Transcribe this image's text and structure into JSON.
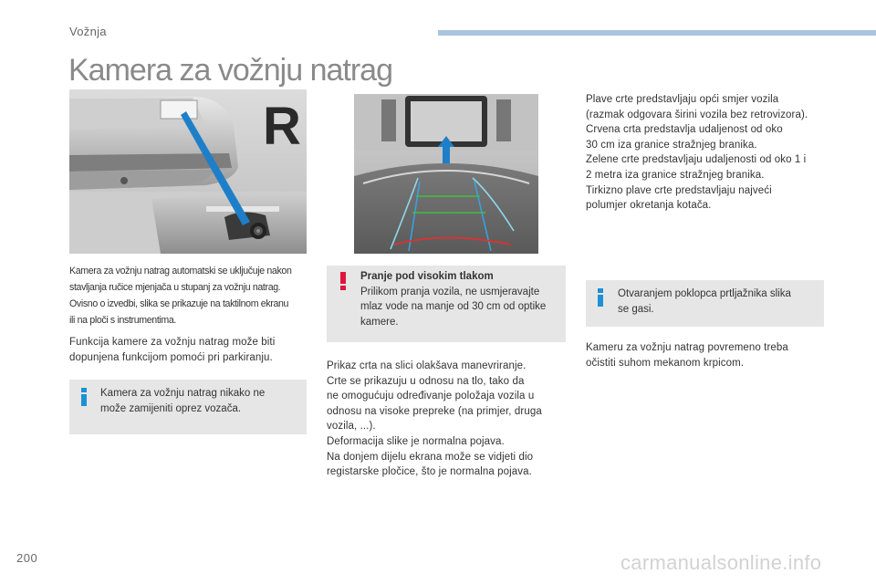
{
  "header": {
    "section_label": "Vožnja",
    "accent_bar_color": "#a9c4e0"
  },
  "page_title": "Kamera za vožnju natrag",
  "images": {
    "car_rear": {
      "icon": "car-rear-camera-illustration",
      "gear_letter": "R"
    },
    "screen": {
      "icon": "touchscreen-guide-lines-illustration"
    }
  },
  "column1": {
    "intro_lines": [
      "Kamera za vožnju natrag automatski se uključuje nakon",
      "stavljanja ručice mjenjača u stupanj za vožnju natrag.",
      "Ovisno o izvedbi, slika se prikazuje na taktilnom ekranu",
      "ili na ploči s instrumentima."
    ],
    "para_lines": [
      "Funkcija kamere za vožnju natrag može biti",
      "dopunjena funkcijom pomoći pri parkiranju."
    ],
    "info_box_lines": [
      "Kamera za vožnju natrag nikako ne",
      "može zamijeniti oprez vozača."
    ]
  },
  "column2": {
    "warning_title": "Pranje pod visokim tlakom",
    "warning_lines": [
      "Prilikom pranja vozila, ne usmjeravajte",
      "mlaz vode na manje od 30 cm od optike",
      "kamere."
    ],
    "para_lines": [
      "Prikaz crta na slici olakšava manevriranje.",
      "Crte se prikazuju u odnosu na tlo, tako da",
      "ne omogućuju određivanje položaja vozila u",
      "odnosu na visoke prepreke (na primjer, druga",
      "vozila, ...).",
      "Deformacija slike je normalna pojava.",
      "Na donjem dijelu ekrana može se vidjeti dio",
      "registarske pločice, što je normalna pojava."
    ]
  },
  "column3": {
    "para_lines": [
      "Plave crte predstavljaju opći smjer vozila",
      "(razmak odgovara širini vozila bez retrovizora).",
      "Crvena crta predstavlja udaljenost od oko",
      "30 cm iza granice stražnjeg branika.",
      "Zelene crte predstavljaju udaljenosti od oko 1 i",
      "2 metra iza granice stražnjeg branika.",
      "Tirkizno plave crte predstavljaju najveći",
      "polumjer okretanja kotača."
    ],
    "info_box_lines": [
      "Otvaranjem poklopca prtljažnika slika",
      "se gasi."
    ],
    "para2_lines": [
      "Kameru za vožnju natrag povremeno treba",
      "očistiti suhom mekanom krpicom."
    ]
  },
  "footer": {
    "page_number": "200",
    "watermark": "carmanualsonline.info"
  },
  "colors": {
    "info_icon": "#1e90d6",
    "warning_icon": "#e0153c",
    "box_background": "#e6e6e6",
    "guide_blue": "#3aa0e0",
    "guide_red": "#e03030",
    "guide_green": "#3cc040",
    "guide_cyan": "#8fd8e8"
  }
}
